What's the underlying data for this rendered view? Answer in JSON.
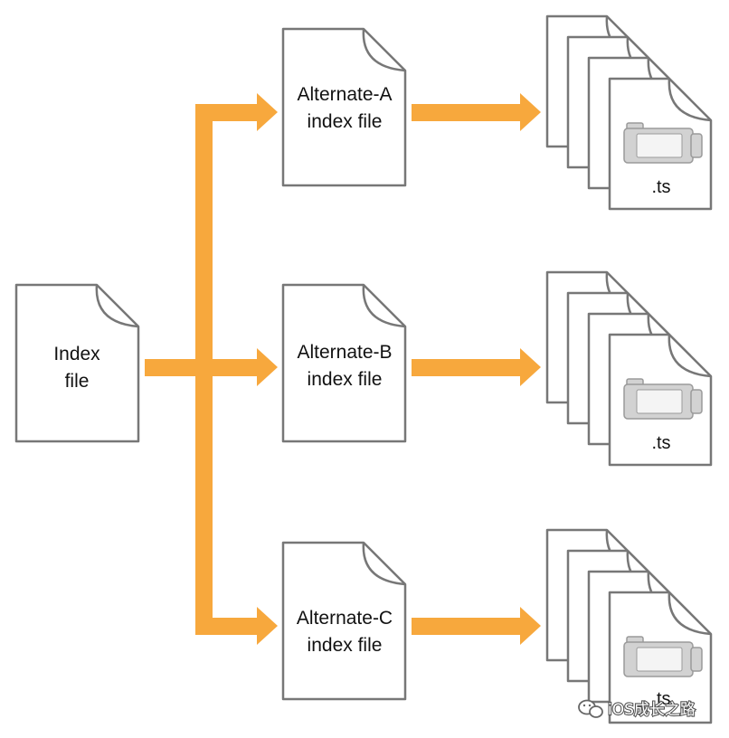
{
  "colors": {
    "arrow": "#F7A83D",
    "doc_stroke": "#777777",
    "camera_fill": "#D2D2D2",
    "camera_stroke": "#9A9A9A"
  },
  "index_file": {
    "line1": "Index",
    "line2": "file"
  },
  "alternates": [
    {
      "line1": "Alternate-A",
      "line2": "index file",
      "segment_label": ".ts"
    },
    {
      "line1": "Alternate-B",
      "line2": "index file",
      "segment_label": ".ts"
    },
    {
      "line1": "Alternate-C",
      "line2": "index file",
      "segment_label": ".ts"
    }
  ],
  "icons": {
    "document": "document-icon",
    "segment": "video-camera-icon",
    "watermark": "wechat-icon"
  },
  "watermark": {
    "text": "iOS成长之路"
  }
}
